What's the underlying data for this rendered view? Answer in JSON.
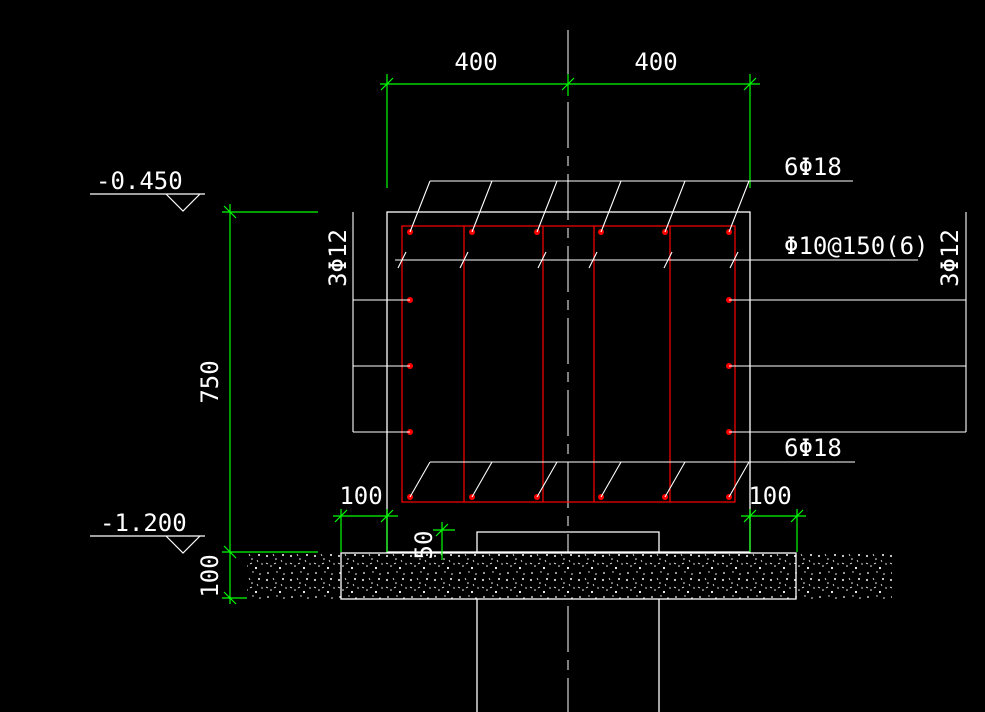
{
  "drawing": {
    "top_dims": [
      "400",
      "400"
    ],
    "elevations": {
      "top": "-0.450",
      "bottom": "-1.200"
    },
    "heights": {
      "beam": "750",
      "bedding": "100",
      "step": "50"
    },
    "side_offsets": {
      "left": "100",
      "right": "100"
    },
    "rebar_labels": {
      "top_bars": "6Φ18",
      "bottom_bars": "6Φ18",
      "stirrups": "Φ10@150(6)",
      "side_bars_left": "3Φ12",
      "side_bars_right": "3Φ12"
    },
    "colors": {
      "background": "#000000",
      "outline": "#ffffff",
      "dimension": "#00ff00",
      "rebar": "#ff0000"
    }
  }
}
